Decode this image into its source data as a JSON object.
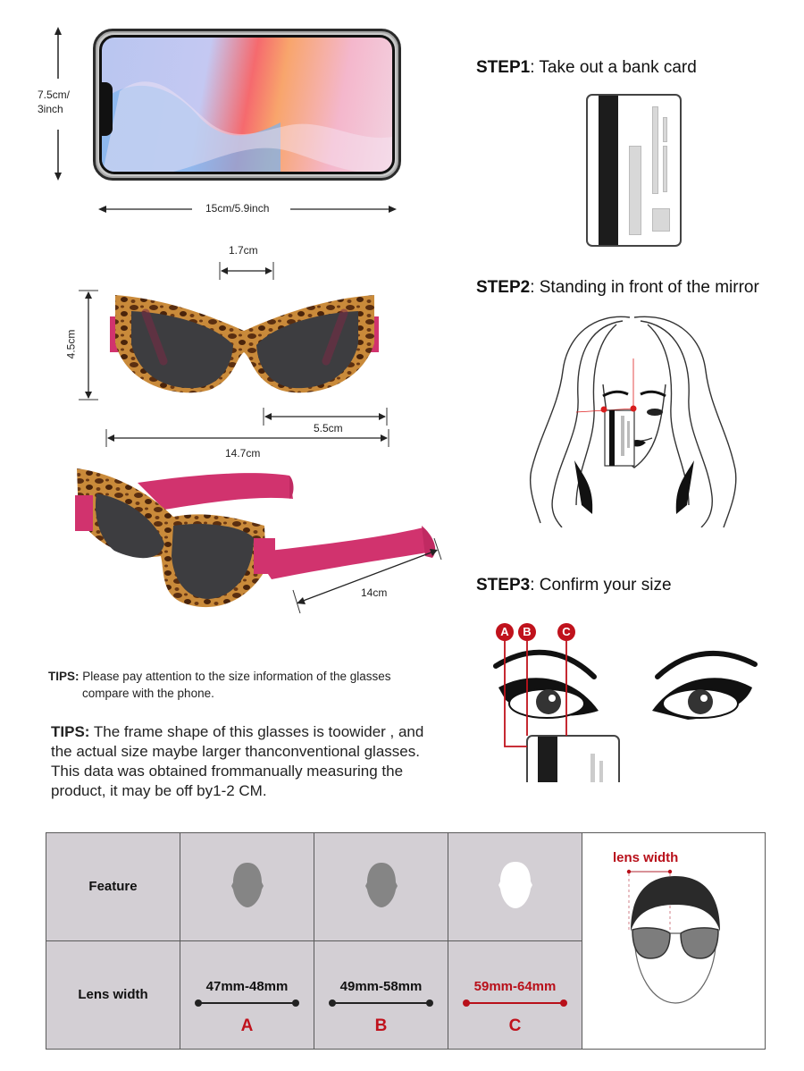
{
  "phone": {
    "height_label_line1": "7.5cm/",
    "height_label_line2": "3inch",
    "width_label": "15cm/5.9inch"
  },
  "glasses_front": {
    "bridge_label": "1.7cm",
    "height_label": "4.5cm",
    "lens_label": "5.5cm",
    "total_width_label": "14.7cm"
  },
  "glasses_side": {
    "temple_label": "14cm"
  },
  "tips": [
    {
      "prefix": "TIPS:",
      "line1": "Please pay attention to the size information of the glasses",
      "line2": "compare with the phone."
    },
    {
      "prefix": "TIPS:",
      "text": "The frame shape of this glasses is toowider , and the actual size maybe larger thanconventional glasses. This data was obtained frommanually measuring the product, it may be off by1-2 CM."
    }
  ],
  "steps": [
    {
      "label": "STEP1",
      "text": ": Take out a bank card"
    },
    {
      "label": "STEP2",
      "text": ": Standing in front of the mirror"
    },
    {
      "label": "STEP3",
      "text": ": Confirm your size"
    }
  ],
  "step3_markers": [
    "A",
    "B",
    "C"
  ],
  "size_table": {
    "row1_label": "Feature",
    "row2_label": "Lens width",
    "columns": [
      {
        "range": "47mm-48mm",
        "letter": "A",
        "face_color": "#858585",
        "highlight": false
      },
      {
        "range": "49mm-58mm",
        "letter": "B",
        "face_color": "#858585",
        "highlight": false
      },
      {
        "range": "59mm-64mm",
        "letter": "C",
        "face_color": "#ffffff",
        "highlight": true
      }
    ],
    "illustration_label": "lens width"
  },
  "colors": {
    "accent_red": "#b8101a",
    "table_bg": "#d3cfd4",
    "frame_pink": "#d1336e",
    "tortoise_dark": "#5a2e10",
    "tortoise_light": "#c98a3a",
    "lens_gray": "#3d3d40"
  }
}
